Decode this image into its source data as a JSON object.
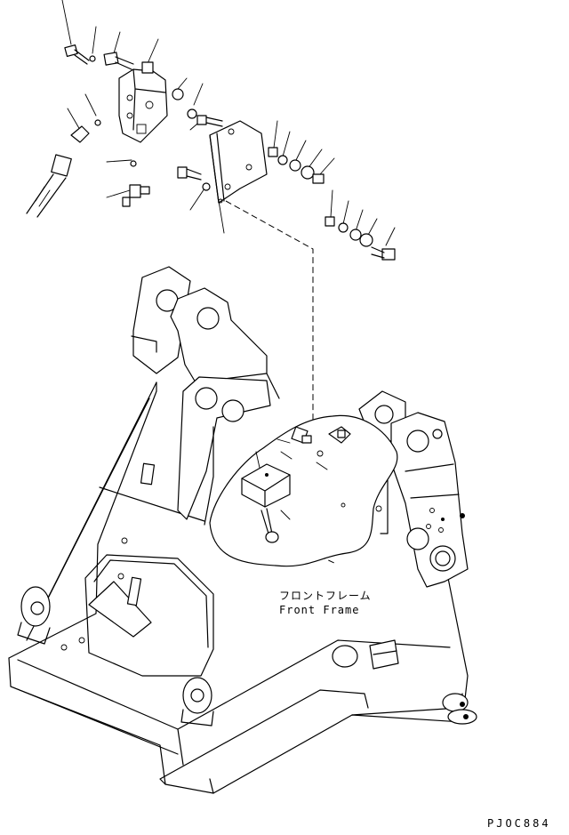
{
  "labels": {
    "part_name_jp": "フロントフレーム",
    "part_name_en": "Front Frame",
    "drawing_code": "PJOC884"
  }
}
